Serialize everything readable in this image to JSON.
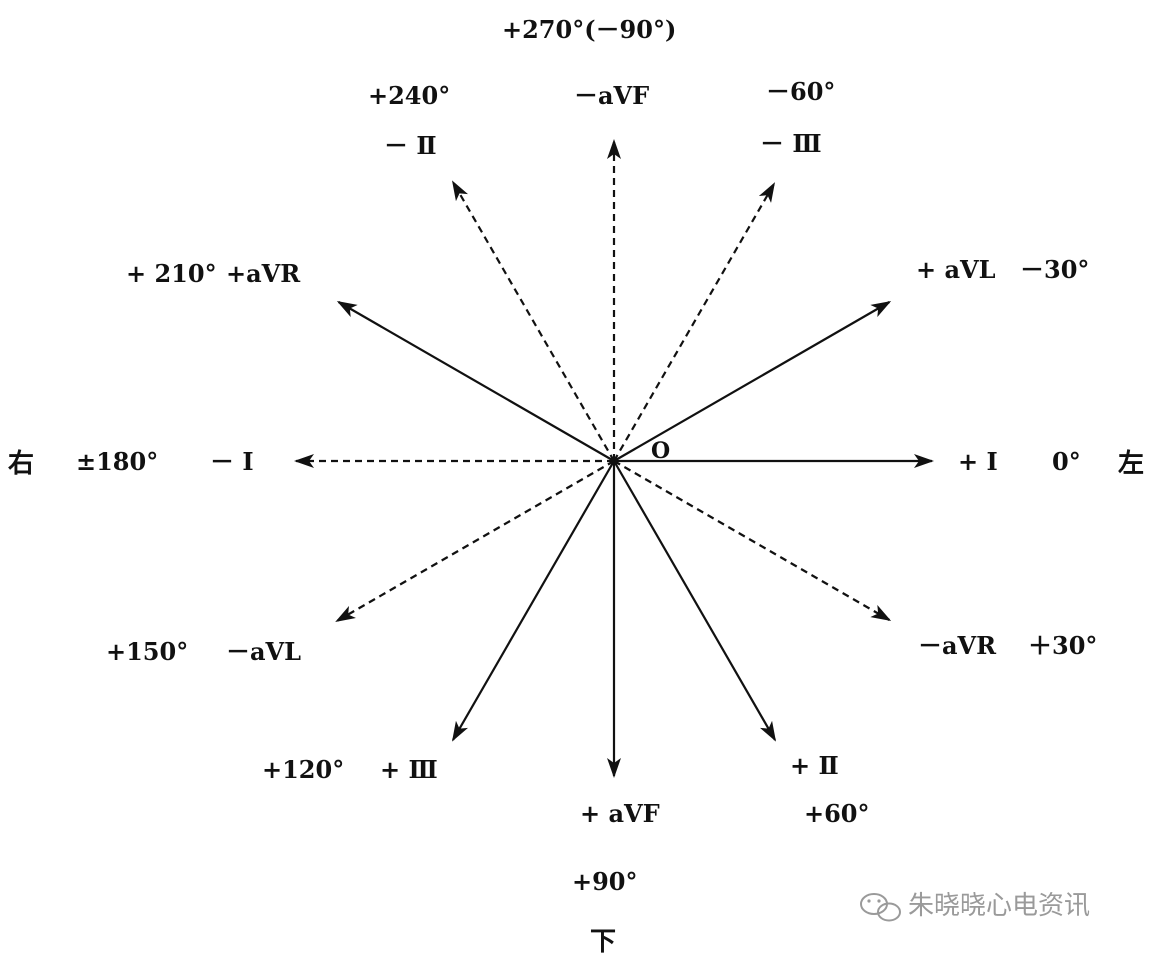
{
  "diagram": {
    "origin_label": "O",
    "axes": [
      {
        "id": "lead-i-pos",
        "angle": 0,
        "style": "solid",
        "lead_label": "+ Ⅰ",
        "angle_label": "0°",
        "direction_label": "左"
      },
      {
        "id": "avr-neg",
        "angle": 30,
        "style": "dashed",
        "lead_label": "－aVR",
        "angle_label": "＋30°"
      },
      {
        "id": "lead-ii-pos",
        "angle": 60,
        "style": "solid",
        "lead_label": "+ Ⅱ",
        "angle_label": "+60°"
      },
      {
        "id": "avf-pos",
        "angle": 90,
        "style": "solid",
        "lead_label": "+ aVF",
        "angle_label": "+90°",
        "direction_label": "下"
      },
      {
        "id": "lead-iii-pos",
        "angle": 120,
        "style": "solid",
        "lead_label": "+ Ⅲ",
        "angle_label": "+120°"
      },
      {
        "id": "avl-neg",
        "angle": 150,
        "style": "dashed",
        "lead_label": "－aVL",
        "angle_label": "+150°"
      },
      {
        "id": "lead-i-neg",
        "angle": 180,
        "style": "dashed",
        "lead_label": "－ Ⅰ",
        "angle_label": "±180°",
        "direction_label": "右"
      },
      {
        "id": "avr-pos",
        "angle": 210,
        "style": "solid",
        "lead_label": "+aVR",
        "angle_label": "+ 210°"
      },
      {
        "id": "lead-ii-neg",
        "angle": 240,
        "style": "dashed",
        "lead_label": "－ Ⅱ",
        "angle_label": "+240°"
      },
      {
        "id": "avf-neg",
        "angle": 270,
        "style": "dashed",
        "lead_label": "－aVF",
        "angle_label": "+270°(－90°)"
      },
      {
        "id": "lead-iii-neg",
        "angle": 300,
        "style": "dashed",
        "lead_label": "－ Ⅲ",
        "angle_label": "－60°"
      },
      {
        "id": "avl-pos",
        "angle": 330,
        "style": "solid",
        "lead_label": "+ aVL",
        "angle_label": "－30°"
      }
    ]
  },
  "watermark": {
    "text": "朱晓晓心电资讯",
    "icon": "wechat-icon"
  },
  "colors": {
    "ink": "#111111",
    "watermark": "#9a9a9a"
  }
}
